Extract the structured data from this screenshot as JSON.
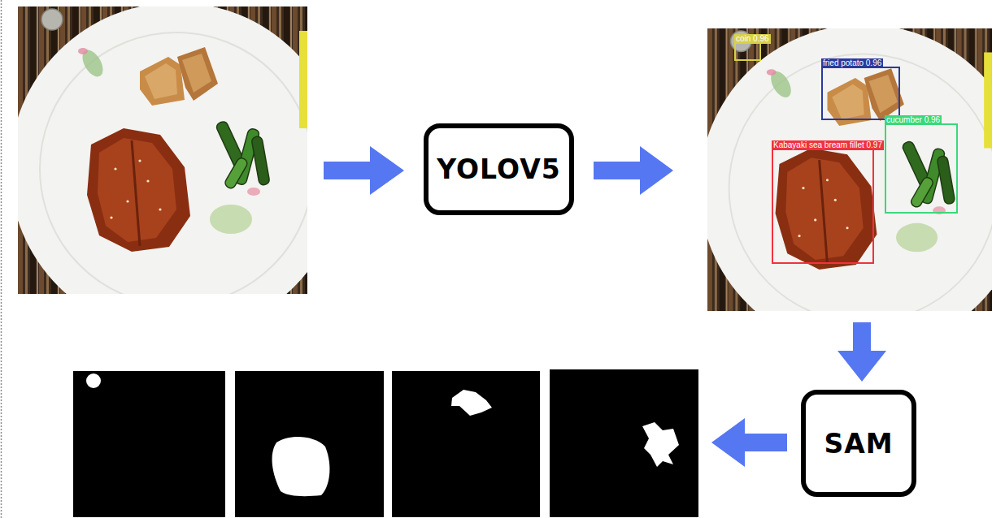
{
  "diagram": {
    "nodes": [
      {
        "text": [
          "YOLOV5"
        ]
      },
      {
        "text": [
          "coin 0.96"
        ]
      },
      {
        "text": [
          "fried potato 0.96"
        ]
      },
      {
        "text": [
          "cucumber 0.96"
        ]
      },
      {
        "text": [
          "Kabayaki sea bream fillet 0.97"
        ]
      },
      {
        "text": [
          "SAM"
        ]
      }
    ]
  }
}
